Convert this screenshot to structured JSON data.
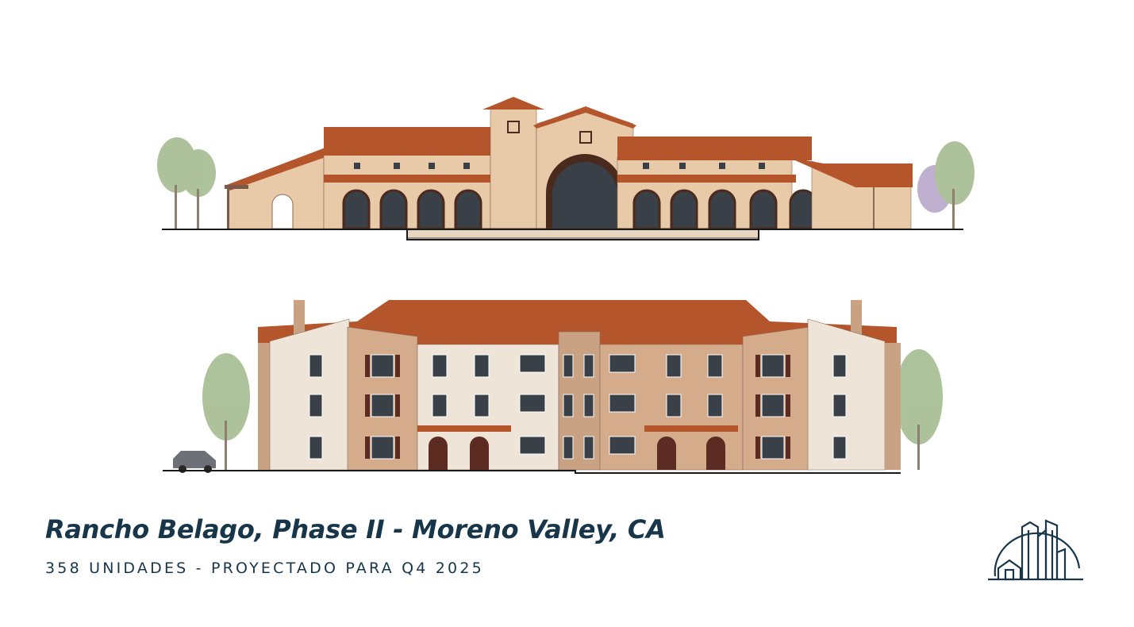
{
  "project": {
    "title": "Rancho Belago, Phase II - Moreno Valley, CA",
    "subtitle": "358 UNIDADES - PROYECTADO PARA Q4 2025"
  },
  "images": {
    "clubhouse": "architectural-elevation-clubhouse",
    "apartments": "architectural-elevation-apartment-building"
  },
  "logo": {
    "icon": "city-skyline-logo-icon"
  },
  "colors": {
    "title": "#17364a",
    "stucco": "#e8c9a8",
    "stucco_dark": "#c9a283",
    "stucco_light": "#eee4d8",
    "roof_tile": "#b5552c",
    "trim": "#4a2a1c",
    "shutter": "#5c2b22",
    "window": "#3a4048",
    "tree": "#9fb88a"
  }
}
